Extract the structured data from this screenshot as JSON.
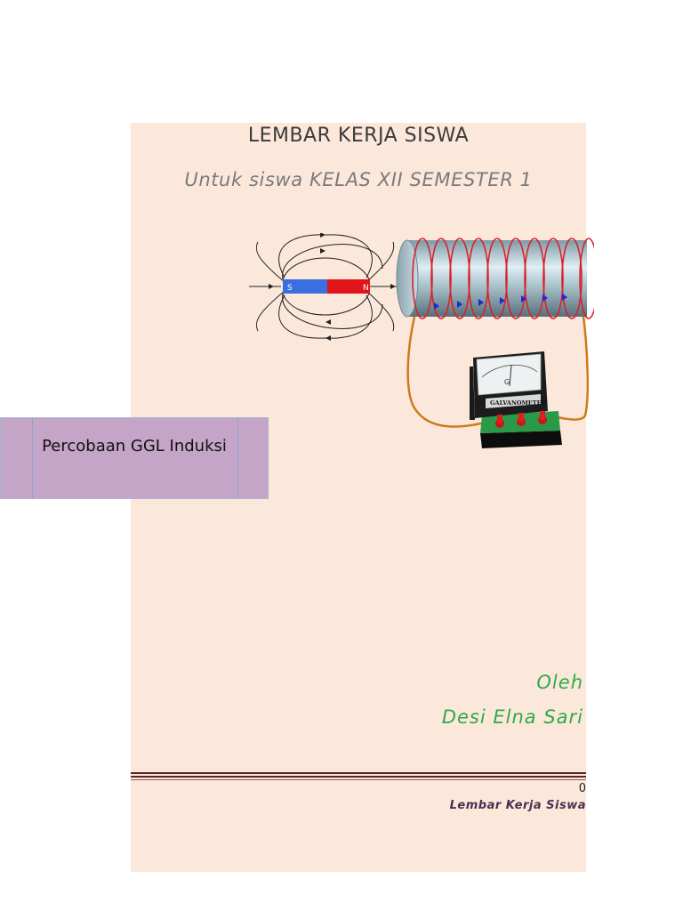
{
  "document": {
    "title": "LEMBAR KERJA SISWA",
    "subtitle": "Untuk siswa KELAS XII SEMESTER 1",
    "experiment_label": "Percobaan GGL Induksi",
    "author_label": "Oleh",
    "author_name": "Desi Elna Sari",
    "page_number": "0",
    "footer_text": "Lembar Kerja Siswa"
  },
  "figure": {
    "magnet_south": "S",
    "magnet_north": "N",
    "meter_label": "GALVANOMETER",
    "meter_symbol": "G",
    "colors": {
      "magnet_south": "#3a6fe0",
      "magnet_north": "#e0151a",
      "coil_wire": "#d8232a",
      "lead_wire": "#d07a1a",
      "meter_base": "#2a9a4a"
    }
  }
}
